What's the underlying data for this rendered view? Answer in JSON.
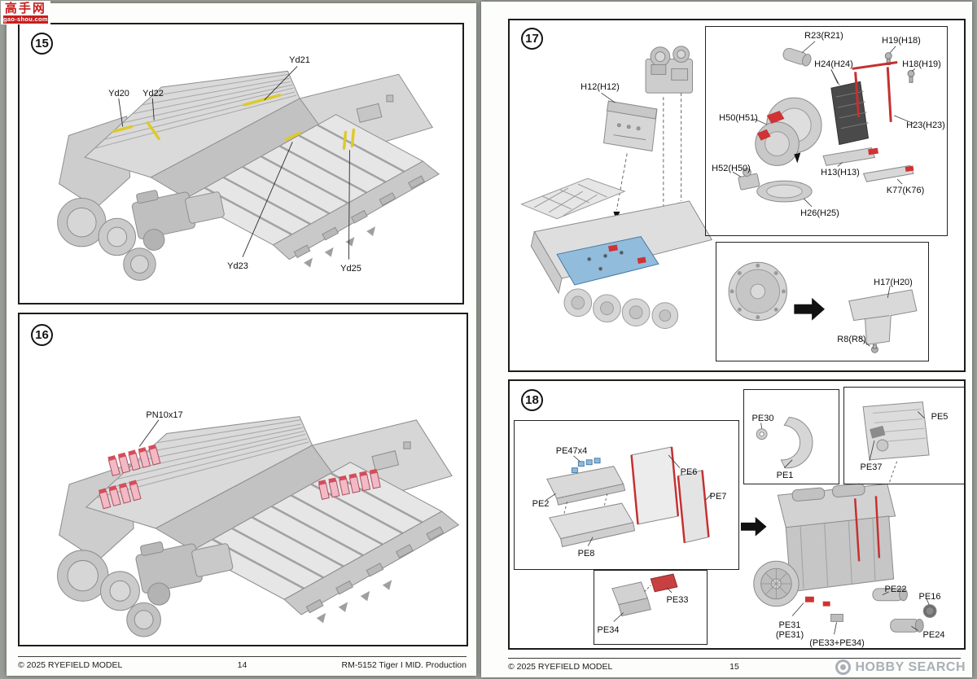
{
  "logo": {
    "text": "高手网",
    "subtext": "gao-shou.com"
  },
  "watermark": {
    "text": "HOBBY SEARCH"
  },
  "colors": {
    "highlight_yellow": "#ddca28",
    "ammo_pink": "#f3b9c4",
    "ammo_cap_red": "#d44d5c",
    "pe_red": "#c53030",
    "part_blue": "#92bcdc",
    "logo_red": "#c81e1e",
    "watermark_gray": "#a9b0b6"
  },
  "left_page": {
    "step15": {
      "number": "15",
      "labels": {
        "yd20": "Yd20",
        "yd21": "Yd21",
        "yd22": "Yd22",
        "yd23": "Yd23",
        "yd25": "Yd25"
      }
    },
    "step16": {
      "number": "16",
      "labels": {
        "pn10x17": "PN10x17"
      }
    },
    "footer": {
      "copyright": "© 2025 RYEFIELD MODEL",
      "page_number": "14",
      "kit_title": "RM-5152 Tiger I MID. Production"
    }
  },
  "right_page": {
    "step17": {
      "number": "17",
      "labels": {
        "h12": "H12(H12)",
        "r23": "R23(R21)",
        "h19": "H19(H18)",
        "h24": "H24(H24)",
        "h18": "H18(H19)",
        "h50": "H50(H51)",
        "h23": "H23(H23)",
        "h52": "H52(H50)",
        "h13": "H13(H13)",
        "k77": "K77(K76)",
        "h26": "H26(H25)",
        "h17": "H17(H20)",
        "r8": "R8(R8)"
      }
    },
    "step18": {
      "number": "18",
      "labels": {
        "pe30": "PE30",
        "pe1": "PE1",
        "pe5": "PE5",
        "pe37": "PE37",
        "pe47": "PE47x4",
        "pe2": "PE2",
        "pe6": "PE6",
        "pe7": "PE7",
        "pe8": "PE8",
        "pe22": "PE22",
        "pe16": "PE16",
        "pe31": "PE31",
        "pe31_sub": "(PE31)",
        "pe33_34": "(PE33+PE34)",
        "pe24": "PE24",
        "pe33": "PE33",
        "pe34": "PE34"
      }
    },
    "footer": {
      "copyright": "© 2025 RYEFIELD MODEL",
      "page_number": "15"
    }
  }
}
